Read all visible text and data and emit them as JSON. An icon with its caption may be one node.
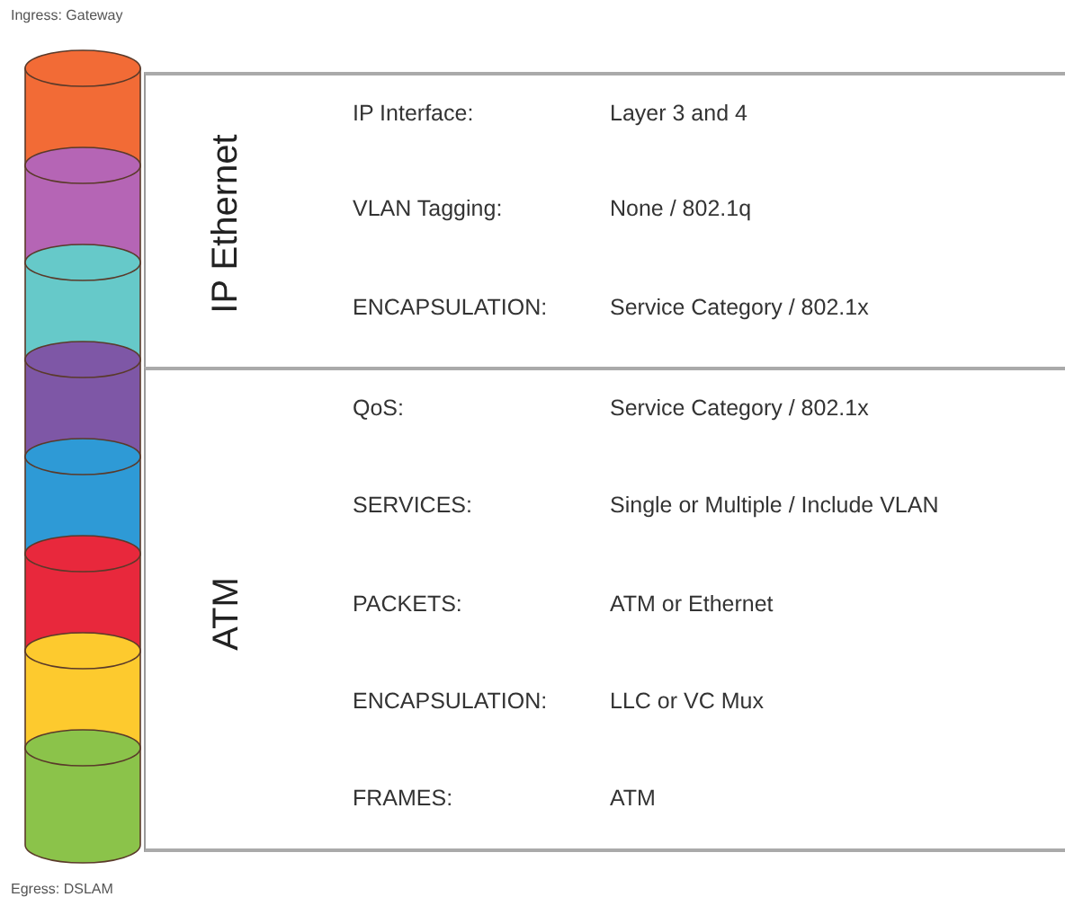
{
  "diagram": {
    "nodes": [
      {
        "text": [
          "IP Ethernet",
          "IP Interface:",
          "Layer 3 and 4",
          "VLAN Tagging:",
          "None / 802.1q",
          "ENCAPSULATION:",
          "Service Category / 802.1x"
        ]
      },
      {
        "text": [
          "ATM",
          "QoS:",
          "Service Category / 802.1x",
          "SERVICES:",
          "Single or Multiple / Include VLAN",
          "PACKETS:",
          "ATM or Ethernet",
          "ENCAPSULATION:",
          "LLC or VC Mux",
          "FRAMES:",
          "ATM"
        ]
      }
    ],
    "labels": [
      "Ingress: Gateway",
      "Egress: DSLAM"
    ]
  }
}
